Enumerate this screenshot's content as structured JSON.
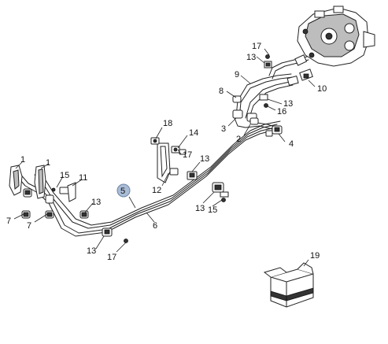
{
  "callouts": {
    "c1a": "1",
    "c1b": "1",
    "c2": "2",
    "c3": "3",
    "c4": "4",
    "c5": "5",
    "c6": "6",
    "c7a": "7",
    "c7b": "7",
    "c8": "8",
    "c9": "9",
    "c10": "10",
    "c11": "11",
    "c12": "12",
    "c13a": "13",
    "c13b": "13",
    "c13c": "13",
    "c13d": "13",
    "c13e": "13",
    "c14": "14",
    "c15a": "15",
    "c15b": "15",
    "c16": "16",
    "c17a": "17",
    "c17b": "17",
    "c17c": "17",
    "c18": "18",
    "c19": "19"
  },
  "highlight_color": "#a9bcd6"
}
